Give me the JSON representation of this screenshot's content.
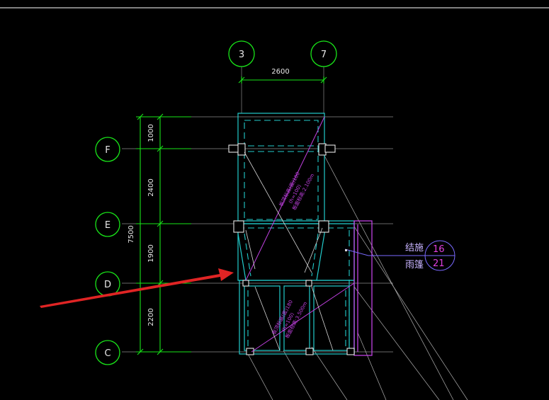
{
  "axes": {
    "top": [
      "3",
      "7"
    ],
    "left": [
      "F",
      "E",
      "D",
      "C"
    ]
  },
  "dimensions": {
    "top_span": "2600",
    "total_left": "7500",
    "segments": [
      "1000",
      "2400",
      "1900",
      "2200"
    ]
  },
  "slab_notes": {
    "upper": [
      "板顶标高(面)180",
      "(h=100)",
      "板面标高:2.100m"
    ],
    "lower": [
      "板顶标高(面)180",
      "(h=100)",
      "板面标高:3.500m"
    ]
  },
  "detail_tag": {
    "line1": "结施",
    "line2": "雨篷",
    "sheet": "16",
    "detail": "21"
  },
  "colors": {
    "background": "#000000",
    "axis": "#19e619",
    "wall": "#22cccc",
    "slab": "#c040e0",
    "arrow": "#e02424"
  }
}
